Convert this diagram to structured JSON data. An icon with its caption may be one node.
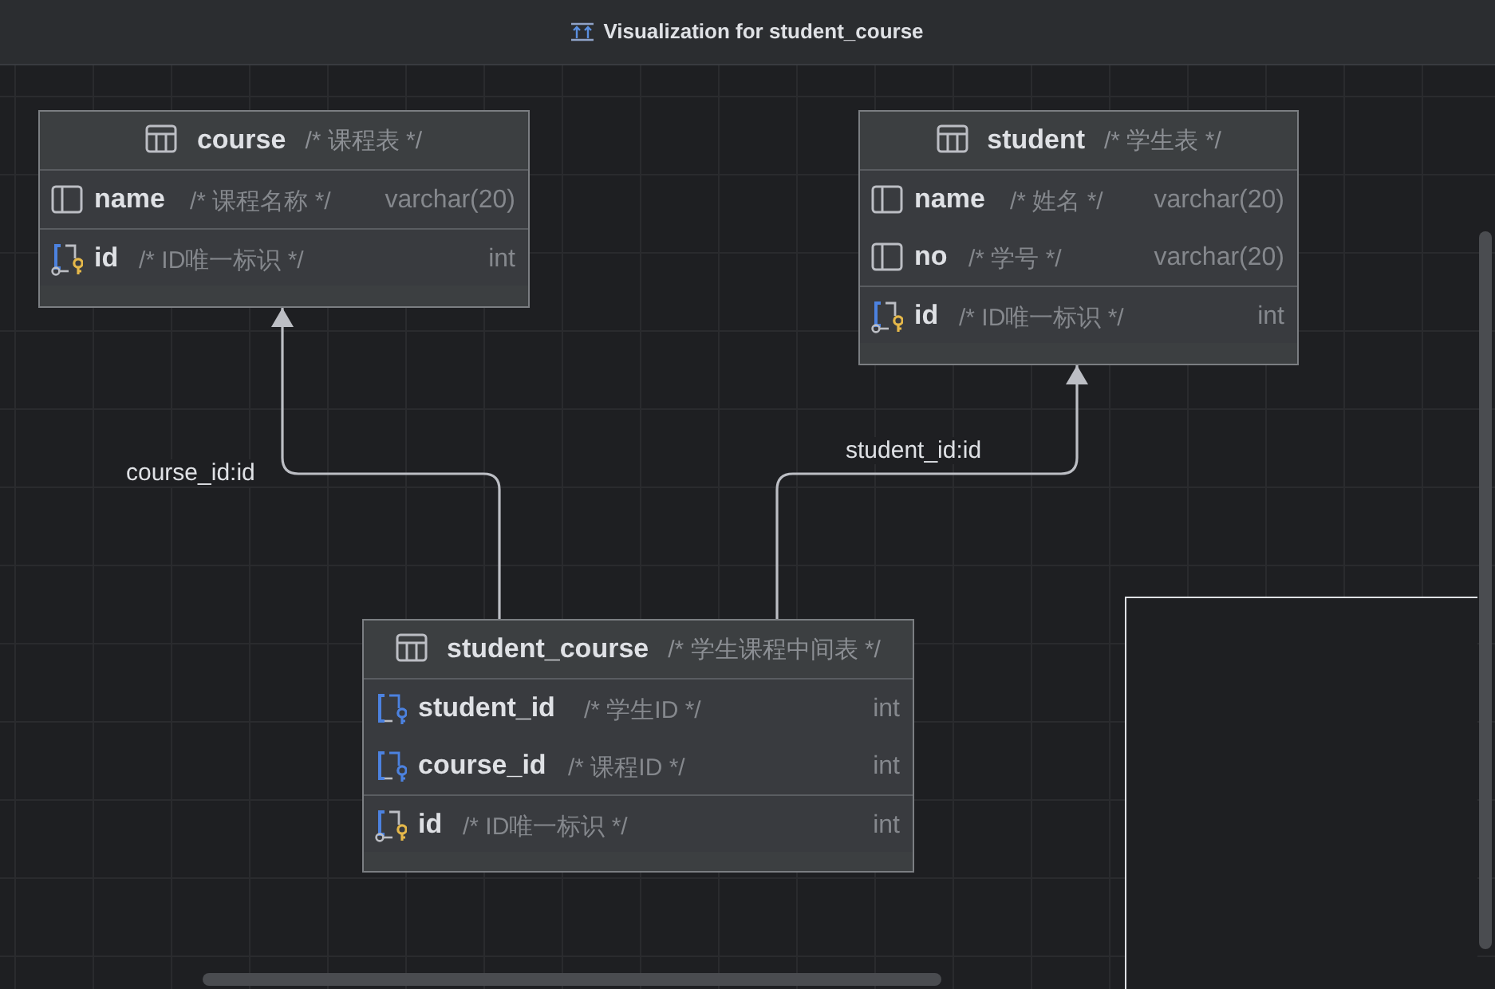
{
  "diagram": {
    "title": "Visualization for student_course",
    "nodes": [
      {
        "text": [
          "course",
          "/* 课程表 */"
        ]
      },
      {
        "text": [
          "name",
          "/* 课程名称 */",
          "varchar(20)"
        ],
        "in": 0
      },
      {
        "text": [
          "id",
          "/* ID唯一标识 */",
          "int"
        ],
        "in": 0
      },
      {
        "text": [
          "student",
          "/* 学生表 */"
        ]
      },
      {
        "text": [
          "name",
          "/* 姓名 */",
          "varchar(20)"
        ],
        "in": 3
      },
      {
        "text": [
          "no",
          "/* 学号 */",
          "varchar(20)"
        ],
        "in": 3
      },
      {
        "text": [
          "id",
          "/* ID唯一标识 */",
          "int"
        ],
        "in": 3
      },
      {
        "text": [
          "student_course",
          "/* 学生课程中间表 */"
        ]
      },
      {
        "text": [
          "student_id",
          "/* 学生ID */",
          "int"
        ],
        "in": 7
      },
      {
        "text": [
          "course_id",
          "/* 课程ID */",
          "int"
        ],
        "in": 7
      },
      {
        "text": [
          "id",
          "/* ID唯一标识 */",
          "int"
        ],
        "in": 7
      }
    ],
    "edges": [
      {
        "from": 7,
        "to": 0,
        "arrow": "to",
        "label": "course_id:id"
      },
      {
        "from": 7,
        "to": 3,
        "arrow": "to",
        "label": "student_id:id"
      }
    ]
  }
}
